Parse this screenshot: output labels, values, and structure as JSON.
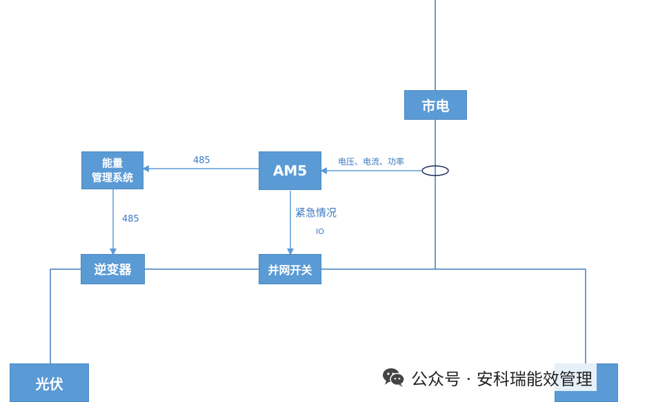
{
  "nodes": {
    "grid": "市电",
    "am5": "AM5",
    "ems_line1": "能量",
    "ems_line2": "管理系统",
    "inverter": "逆变器",
    "switch": "并网开关",
    "pv": "光伏"
  },
  "labels": {
    "am5_to_ems": "485",
    "ems_to_inverter": "485",
    "measure": "电压、电流、功率",
    "emergency": "紧急情况",
    "io": "IO"
  },
  "watermark": {
    "text": "公众号 · 安科瑞能效管理",
    "icon": "wechat-icon"
  },
  "colors": {
    "box": "#5b9bd5",
    "line": "#3b78c0",
    "arrow": "#5b9bd5"
  }
}
